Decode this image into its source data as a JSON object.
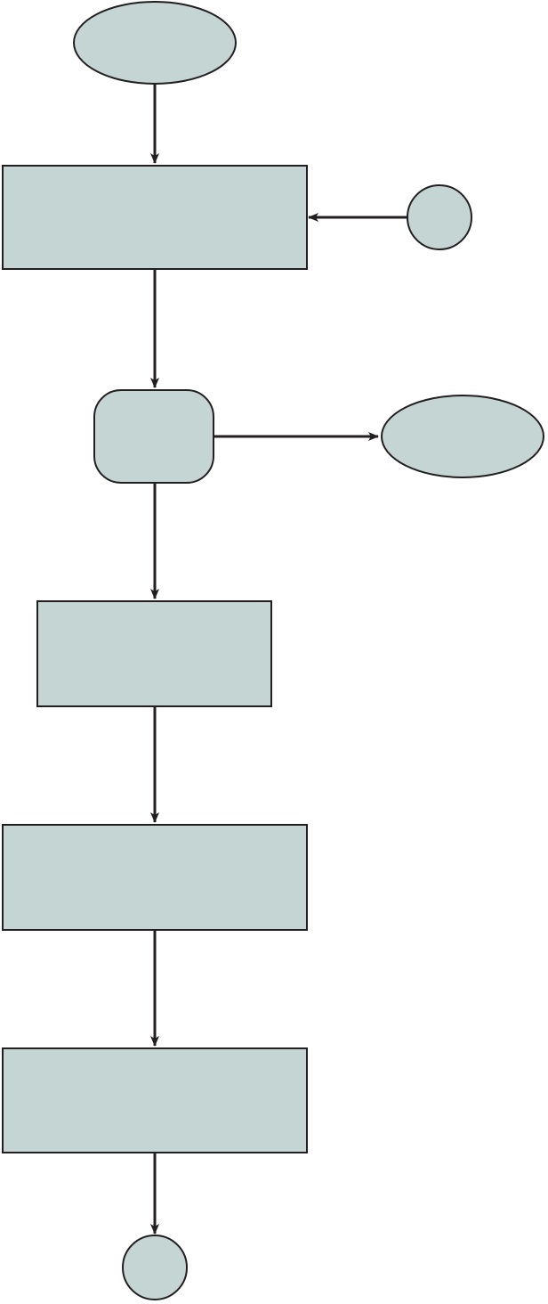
{
  "diagram": {
    "colors": {
      "node_fill": "#c5d5d3",
      "stroke": "#231f20",
      "background": "#ffffff"
    },
    "nodes": [
      {
        "id": "start-oval",
        "shape": "ellipse",
        "label": ""
      },
      {
        "id": "process-1",
        "shape": "rectangle",
        "label": ""
      },
      {
        "id": "side-input-circle",
        "shape": "circle",
        "label": ""
      },
      {
        "id": "decision",
        "shape": "rounded-rectangle",
        "label": ""
      },
      {
        "id": "side-output-oval",
        "shape": "ellipse",
        "label": ""
      },
      {
        "id": "process-2",
        "shape": "rectangle",
        "label": ""
      },
      {
        "id": "process-3",
        "shape": "rectangle",
        "label": ""
      },
      {
        "id": "process-4",
        "shape": "rectangle",
        "label": ""
      },
      {
        "id": "end-circle",
        "shape": "circle",
        "label": ""
      }
    ],
    "edges": [
      {
        "from": "start-oval",
        "to": "process-1"
      },
      {
        "from": "side-input-circle",
        "to": "process-1"
      },
      {
        "from": "process-1",
        "to": "decision"
      },
      {
        "from": "decision",
        "to": "side-output-oval"
      },
      {
        "from": "decision",
        "to": "process-2"
      },
      {
        "from": "process-2",
        "to": "process-3"
      },
      {
        "from": "process-3",
        "to": "process-4"
      },
      {
        "from": "process-4",
        "to": "end-circle"
      }
    ]
  }
}
